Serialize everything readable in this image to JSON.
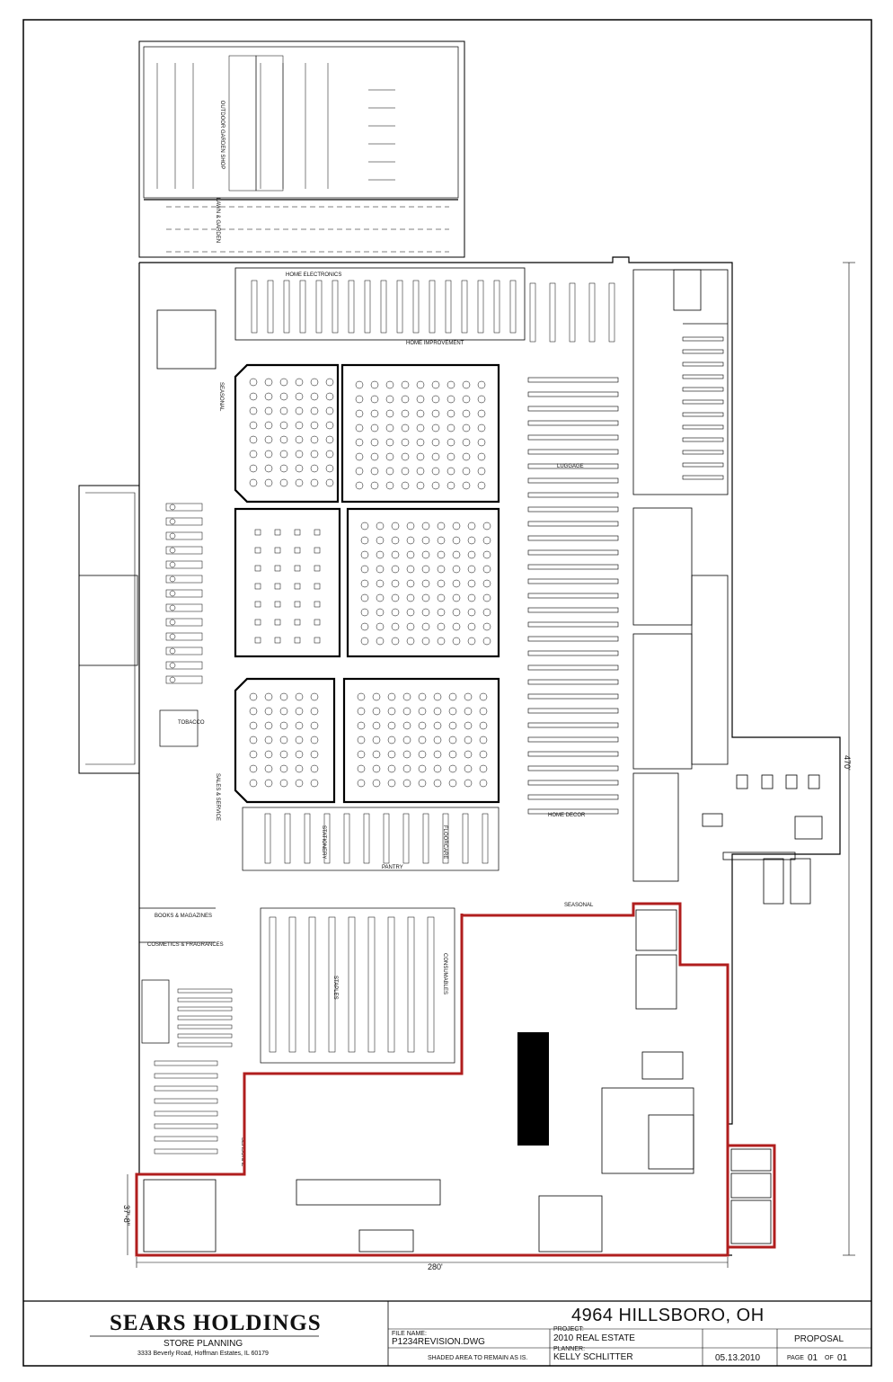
{
  "plan": {
    "area_labels": {
      "outdoor_garden": "OUTDOOR GARDEN SHOP",
      "lawn_garden": "LAWN & GARDEN",
      "home_electronics": "HOME ELECTRONICS",
      "home_improvement": "HOME IMPROVEMENT",
      "seasonal_top": "SEASONAL",
      "luggage": "LUGGAGE",
      "tobacco": "TOBACCO",
      "sales_service": "SALES & SERVICE",
      "books_magazines": "BOOKS & MAGAZINES",
      "cosmetics": "COSMETICS & FRAGRANCES",
      "home_decor": "HOME DECOR",
      "seasonal_bottom": "SEASONAL",
      "pantry": "PANTRY",
      "floorcare": "FLOORCARE",
      "stationery": "STATIONERY",
      "consumables": "CONSUMABLES",
      "staples": "STAPLES",
      "seasonal_left": "SEASONAL"
    },
    "dimensions": {
      "height": "470'",
      "width": "280'",
      "side": "37'-8\""
    }
  },
  "title_block": {
    "company": "SEARS HOLDINGS",
    "department": "STORE PLANNING",
    "address": "3333 Beverly Road, Hoffman Estates, IL 60179",
    "store": "4964  HILLSBORO, OH",
    "file_name_label": "FILE NAME:",
    "file_name": "P1234REVISION.DWG",
    "project_label": "PROJECT:",
    "project": "2010 REAL ESTATE",
    "planner_label": "PLANNER:",
    "planner": "KELLY SCHLITTER",
    "note": "SHADED AREA TO REMAIN AS IS.",
    "status": "PROPOSAL",
    "date": "05.13.2010",
    "page_label": "PAGE",
    "page": "01",
    "of_label": "OF",
    "pages": "01"
  }
}
